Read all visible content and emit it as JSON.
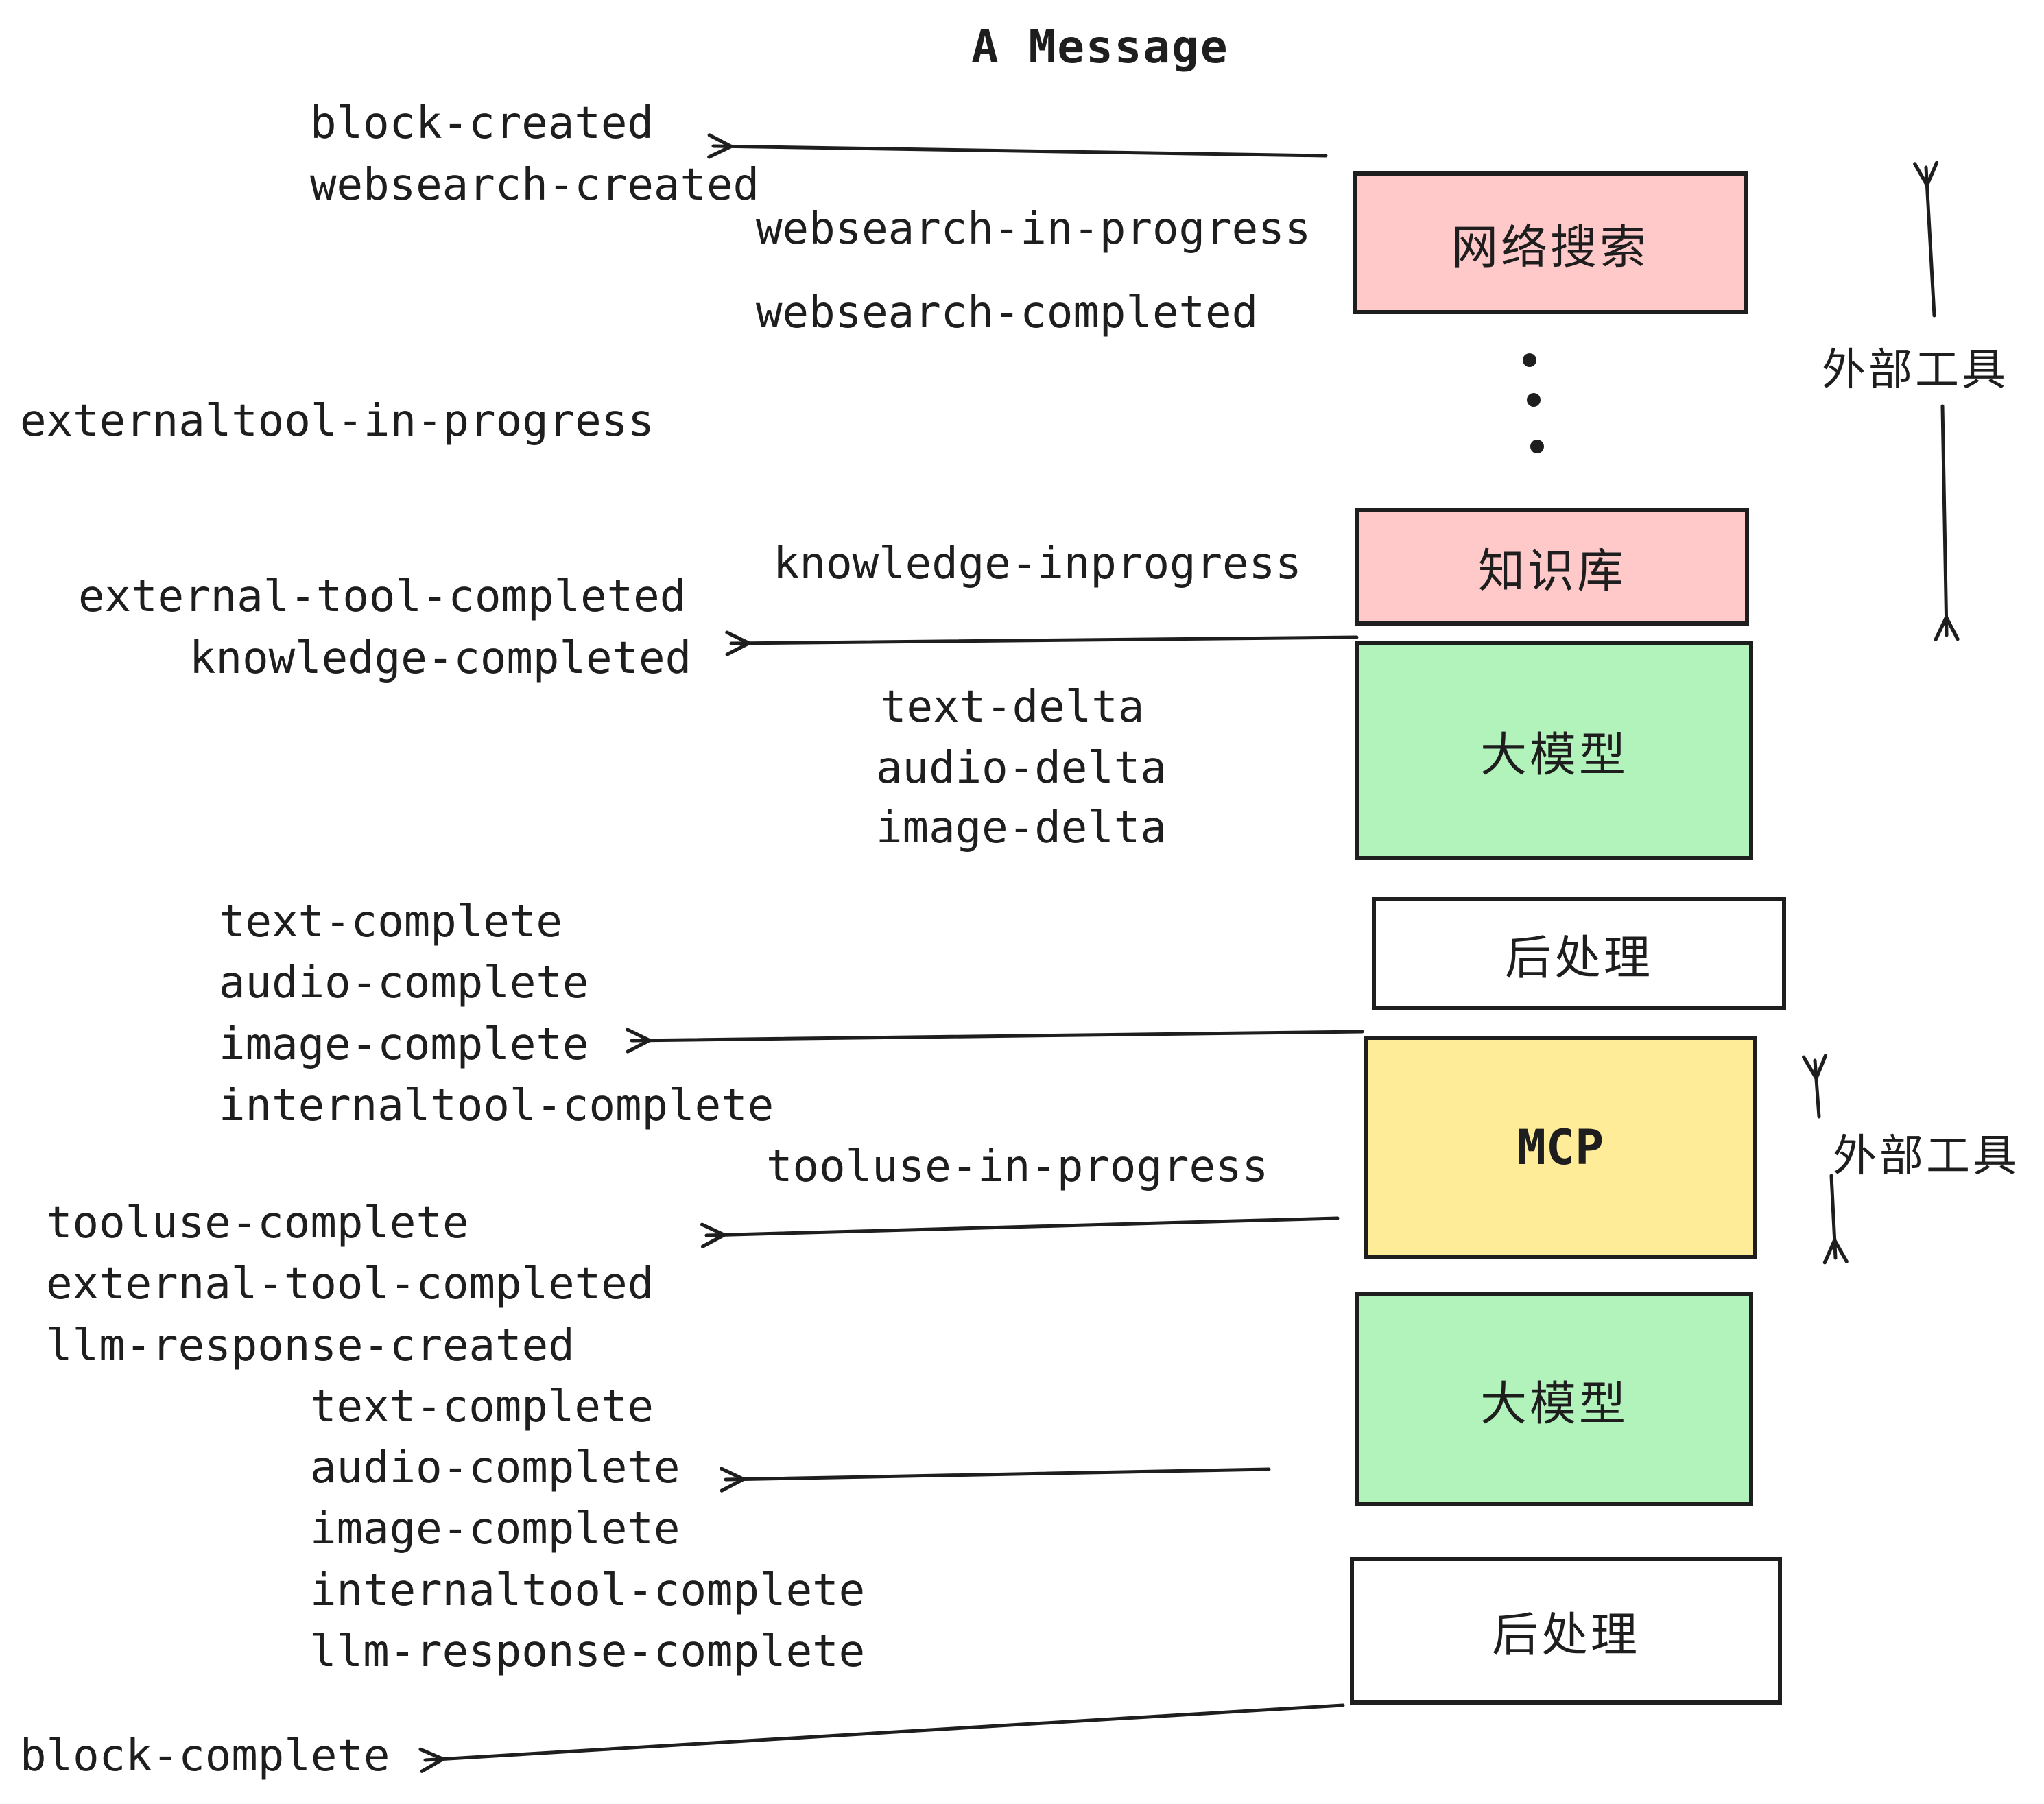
{
  "title": "A Message",
  "colors": {
    "pink": "#ffc9c9",
    "green": "#b2f2bb",
    "yellow": "#ffec99",
    "white": "#ffffff",
    "ink": "#1e1e1e"
  },
  "boxes": [
    {
      "id": "websearch",
      "label": "网络搜索"
    },
    {
      "id": "knowledge",
      "label": "知识库"
    },
    {
      "id": "llm-1",
      "label": "大模型"
    },
    {
      "id": "postprocess-1",
      "label": "后处理"
    },
    {
      "id": "mcp",
      "label": "MCP"
    },
    {
      "id": "llm-2",
      "label": "大模型"
    },
    {
      "id": "postprocess-2",
      "label": "后处理"
    }
  ],
  "side_labels": [
    {
      "text": "外部工具"
    },
    {
      "text": "外部工具"
    }
  ],
  "events": [
    {
      "text": "block-created"
    },
    {
      "text": "websearch-created"
    },
    {
      "text": "websearch-in-progress"
    },
    {
      "text": "websearch-completed"
    },
    {
      "text": "externaltool-in-progress"
    },
    {
      "text": "knowledge-inprogress"
    },
    {
      "text": "external-tool-completed"
    },
    {
      "text": "knowledge-completed"
    },
    {
      "text": "text-delta"
    },
    {
      "text": "audio-delta"
    },
    {
      "text": "image-delta"
    },
    {
      "text": "text-complete"
    },
    {
      "text": "audio-complete"
    },
    {
      "text": "image-complete"
    },
    {
      "text": "internaltool-complete"
    },
    {
      "text": "tooluse-in-progress"
    },
    {
      "text": "tooluse-complete"
    },
    {
      "text": "external-tool-completed"
    },
    {
      "text": "llm-response-created"
    },
    {
      "text": "text-complete"
    },
    {
      "text": "audio-complete"
    },
    {
      "text": "image-complete"
    },
    {
      "text": "internaltool-complete"
    },
    {
      "text": "llm-response-complete"
    },
    {
      "text": "block-complete"
    }
  ]
}
